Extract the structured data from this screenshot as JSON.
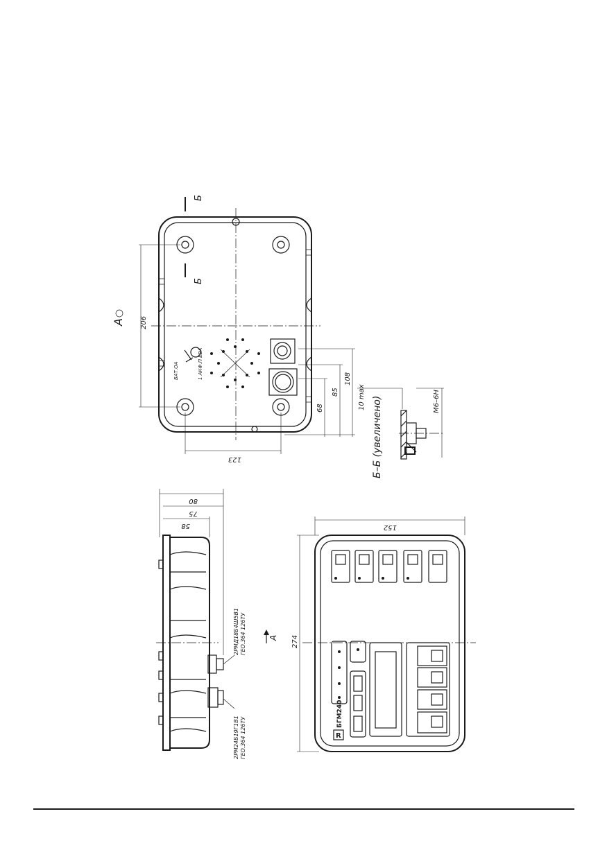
{
  "views": {
    "top": {
      "section_mark": "Б",
      "view_label": "A",
      "dims": {
        "d206": "206",
        "d123": "123",
        "d68": "68",
        "d85": "85",
        "d108": "108"
      },
      "label_plate": {
        "line1": "БАТ.ОА",
        "line2": "1 АКФ.П ЕВА"
      }
    },
    "section": {
      "title": "Б–Б (увеличено)",
      "dim_max": "10 max",
      "thread": "М6–6Н"
    },
    "side": {
      "dims": {
        "d80": "80",
        "d75": "75",
        "d58": "58"
      },
      "connector1": {
        "part": "2РМД18Б4Ш5В1",
        "spec": "ГЕО.364 126ТУ"
      },
      "connector2": {
        "part": "2РМ24Б19Г1В1",
        "spec": "ГЕО.364 126ТУ"
      },
      "view_arrow": "A"
    },
    "front": {
      "dims": {
        "d152": "152",
        "d274": "274"
      },
      "model": "БГМ240"
    }
  }
}
